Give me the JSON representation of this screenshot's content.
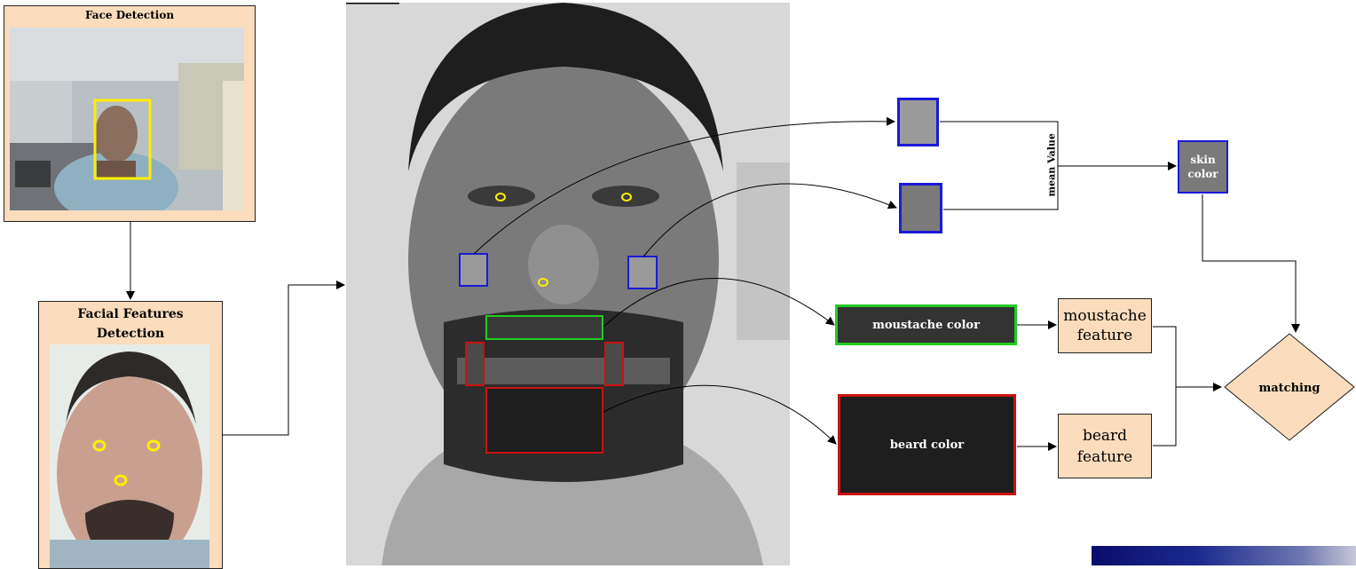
{
  "panels": {
    "face_detection": {
      "title": "Face Detection"
    },
    "facial_features": {
      "title_line1": "Facial Features",
      "title_line2": "Detection"
    }
  },
  "nodes": {
    "mean_value": "mean Value",
    "skin_color_line1": "skin",
    "skin_color_line2": "color",
    "moustache_color": "moustache color",
    "beard_color": "beard color",
    "moustache_feature_line1": "moustache",
    "moustache_feature_line2": "feature",
    "beard_feature_line1": "beard",
    "beard_feature_line2": "feature",
    "matching": "matching"
  },
  "colors": {
    "panel_fill": "#fbdcbc",
    "skin_sample_border": "#1a1ad8",
    "moustache_region_border": "#22cc22",
    "beard_region_border": "#cc1111",
    "feature_marker": "#ffee00",
    "face_box": "#ffee00"
  }
}
